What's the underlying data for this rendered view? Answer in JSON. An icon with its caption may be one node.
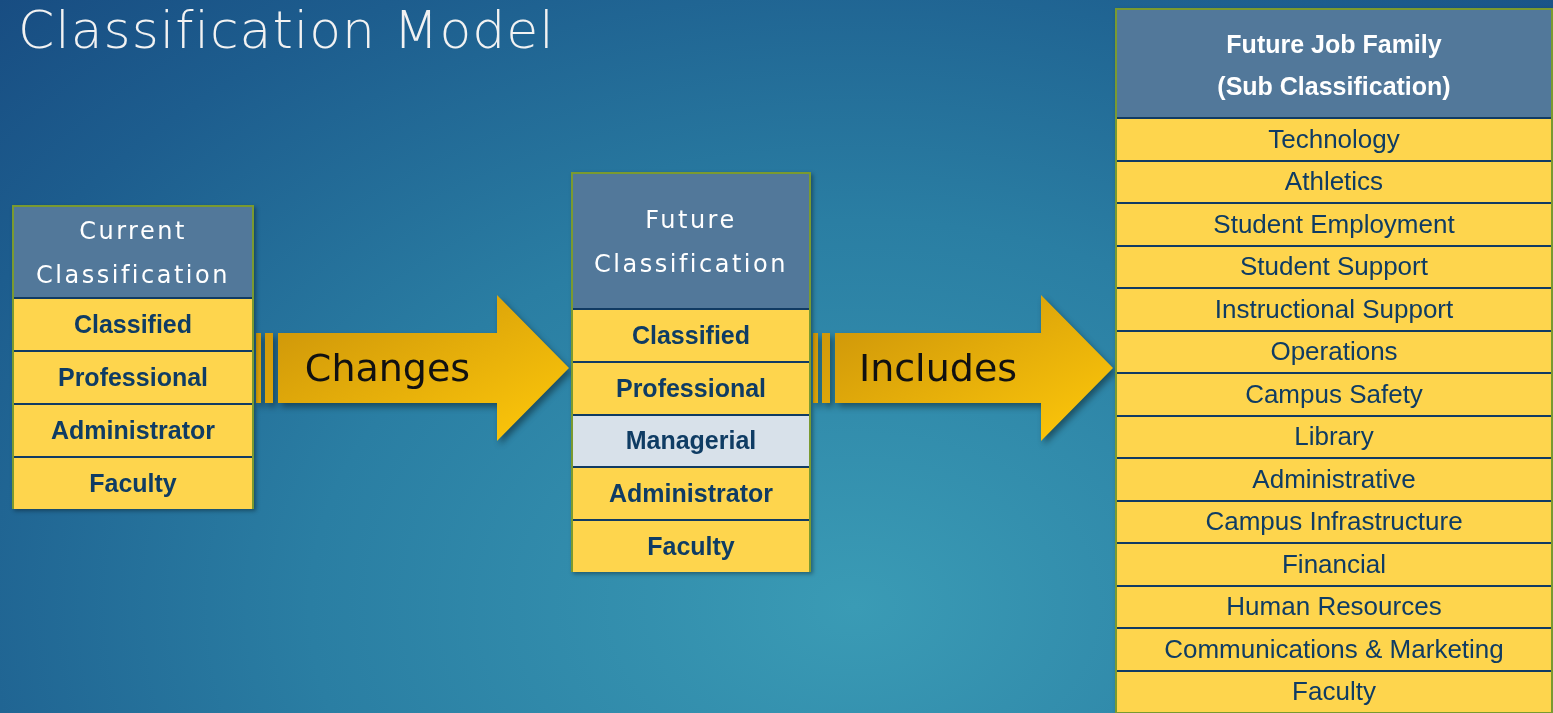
{
  "diagram": {
    "title": "Classification Model",
    "nodes": [
      {
        "text": [
          "Current Classification"
        ]
      },
      {
        "text": [
          "Classified"
        ],
        "in": 0
      },
      {
        "text": [
          "Professional"
        ],
        "in": 0
      },
      {
        "text": [
          "Administrator"
        ],
        "in": 0
      },
      {
        "text": [
          "Faculty"
        ],
        "in": 0
      },
      {
        "text": [
          "Future Classification"
        ]
      },
      {
        "text": [
          "Classified"
        ],
        "in": 5
      },
      {
        "text": [
          "Professional"
        ],
        "in": 5
      },
      {
        "text": [
          "Managerial"
        ],
        "in": 5
      },
      {
        "text": [
          "Administrator"
        ],
        "in": 5
      },
      {
        "text": [
          "Faculty"
        ],
        "in": 5
      },
      {
        "text": [
          "Future Job Family (Sub Classification)"
        ]
      },
      {
        "text": [
          "Technology"
        ],
        "in": 11
      },
      {
        "text": [
          "Athletics"
        ],
        "in": 11
      },
      {
        "text": [
          "Student Employment"
        ],
        "in": 11
      },
      {
        "text": [
          "Student Support"
        ],
        "in": 11
      },
      {
        "text": [
          "Instructional Support"
        ],
        "in": 11
      },
      {
        "text": [
          "Operations"
        ],
        "in": 11
      },
      {
        "text": [
          "Campus Safety"
        ],
        "in": 11
      },
      {
        "text": [
          "Library"
        ],
        "in": 11
      },
      {
        "text": [
          "Administrative"
        ],
        "in": 11
      },
      {
        "text": [
          "Campus Infrastructure"
        ],
        "in": 11
      },
      {
        "text": [
          "Financial"
        ],
        "in": 11
      },
      {
        "text": [
          "Human Resources"
        ],
        "in": 11
      },
      {
        "text": [
          "Communications & Marketing"
        ],
        "in": 11
      },
      {
        "text": [
          "Faculty"
        ],
        "in": 11
      }
    ],
    "edges": [
      {
        "from": 0,
        "to": 5,
        "arrow": "to",
        "label": "Changes",
        "style": "thick"
      },
      {
        "from": 5,
        "to": 11,
        "arrow": "to",
        "label": "Includes",
        "style": "thick"
      }
    ]
  }
}
